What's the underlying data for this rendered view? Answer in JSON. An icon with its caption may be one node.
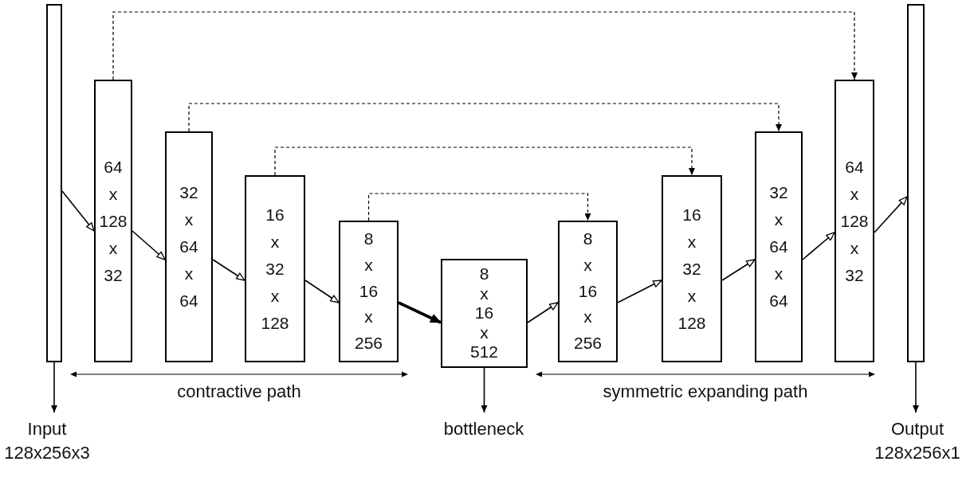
{
  "diagram": {
    "nodes": [
      {
        "text": [],
        "shape": "bar"
      },
      {
        "text": [
          "64 x 128 x 32"
        ]
      },
      {
        "text": [
          "32 x 64 x 64"
        ]
      },
      {
        "text": [
          "16 x 32 x 128"
        ]
      },
      {
        "text": [
          "8 x 16 x 256"
        ]
      },
      {
        "text": [
          "8 x 16 x 512"
        ]
      },
      {
        "text": [
          "8 x 16 x 256"
        ]
      },
      {
        "text": [
          "16 x 32 x 128"
        ]
      },
      {
        "text": [
          "32 x 64 x 64"
        ]
      },
      {
        "text": [
          "64 x 128 x 32"
        ]
      },
      {
        "text": [],
        "shape": "bar"
      },
      {
        "text": [
          "Input 128x256x3"
        ]
      },
      {
        "text": [
          "bottleneck"
        ]
      },
      {
        "text": [
          "Output 128x256x1"
        ]
      }
    ],
    "edges": [
      {
        "from": 0,
        "to": 1,
        "arrow": "to"
      },
      {
        "from": 1,
        "to": 2,
        "arrow": "to"
      },
      {
        "from": 2,
        "to": 3,
        "arrow": "to"
      },
      {
        "from": 3,
        "to": 4,
        "arrow": "to"
      },
      {
        "from": 4,
        "to": 5,
        "arrow": "to",
        "style": "thick"
      },
      {
        "from": 5,
        "to": 6,
        "arrow": "to"
      },
      {
        "from": 6,
        "to": 7,
        "arrow": "to"
      },
      {
        "from": 7,
        "to": 8,
        "arrow": "to"
      },
      {
        "from": 8,
        "to": 9,
        "arrow": "to"
      },
      {
        "from": 9,
        "to": 10,
        "arrow": "to"
      },
      {
        "from": 1,
        "to": 9,
        "arrow": "to",
        "style": "dashed"
      },
      {
        "from": 2,
        "to": 8,
        "arrow": "to",
        "style": "dashed"
      },
      {
        "from": 3,
        "to": 7,
        "arrow": "to",
        "style": "dashed"
      },
      {
        "from": 4,
        "to": 6,
        "arrow": "to",
        "style": "dashed"
      },
      {
        "from": 0,
        "to": 11,
        "arrow": "to"
      },
      {
        "from": 5,
        "to": 12,
        "arrow": "to"
      },
      {
        "from": 10,
        "to": 13,
        "arrow": "to"
      }
    ],
    "labels": [
      "contractive path",
      "symmetric expanding path"
    ]
  }
}
